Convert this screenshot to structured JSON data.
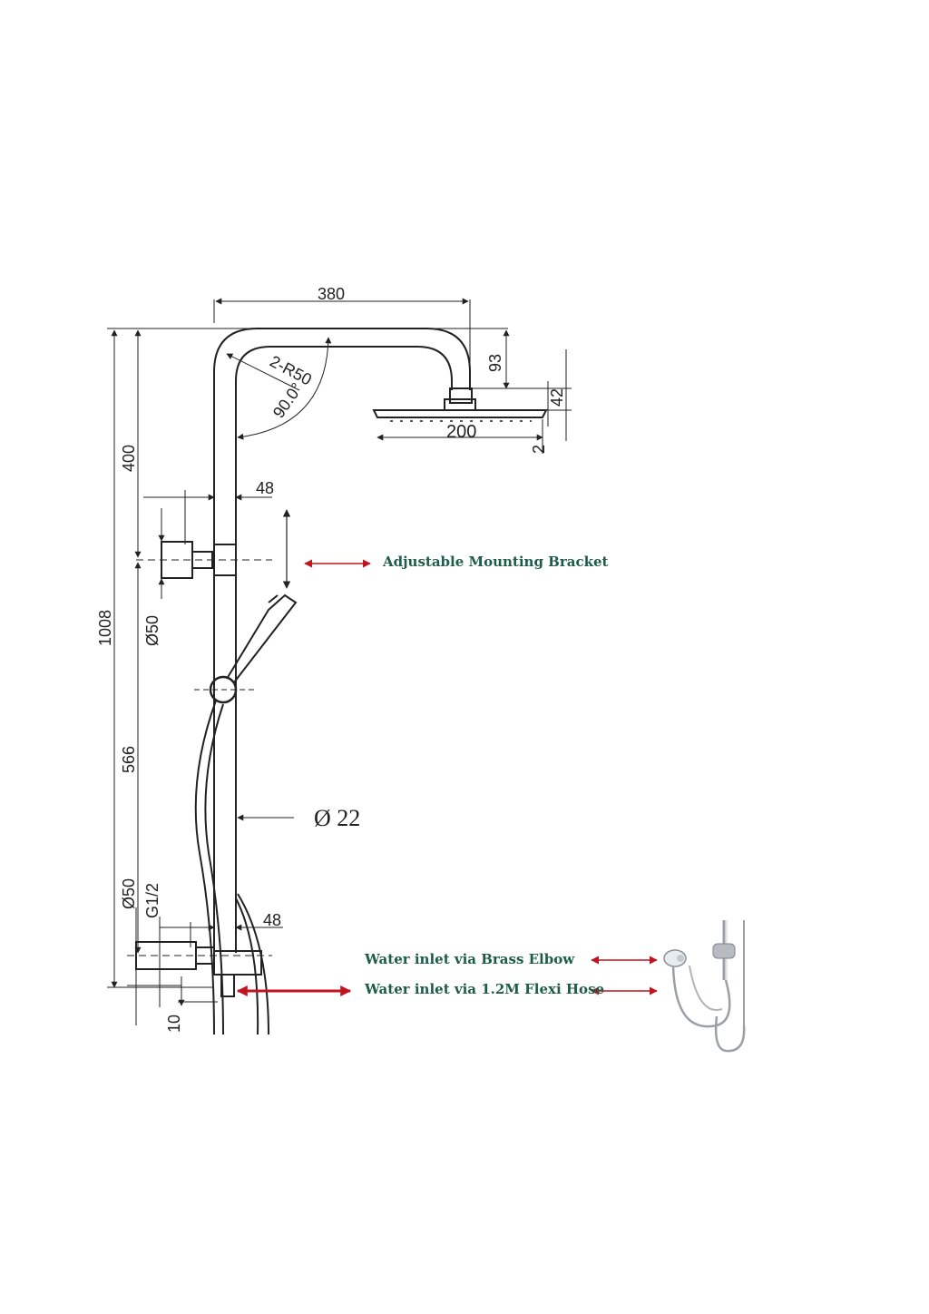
{
  "dimensions": {
    "arm_reach": "380",
    "bend_radius": "2-R50",
    "bend_angle": "90.0°",
    "head_drop": "93",
    "head_height": "42",
    "head_width": "200",
    "head_thickness": "2",
    "upper_section": "400",
    "bracket_offset": "48",
    "bracket_dia": "Ø50",
    "total_height": "1008",
    "lower_section": "566",
    "rail_dia": "Ø 22",
    "inlet_dia": "Ø50",
    "inlet_thread": "G1/2",
    "inlet_offset": "48",
    "inlet_base": "10"
  },
  "callouts": {
    "bracket": "Adjustable Mounting Bracket",
    "brass_elbow": "Water inlet via Brass Elbow",
    "flexi_hose": "Water inlet via 1.2M Flexi Hose"
  },
  "colors": {
    "callout_text": "#1d5c49",
    "arrow": "#c0141e",
    "line": "#222222"
  }
}
